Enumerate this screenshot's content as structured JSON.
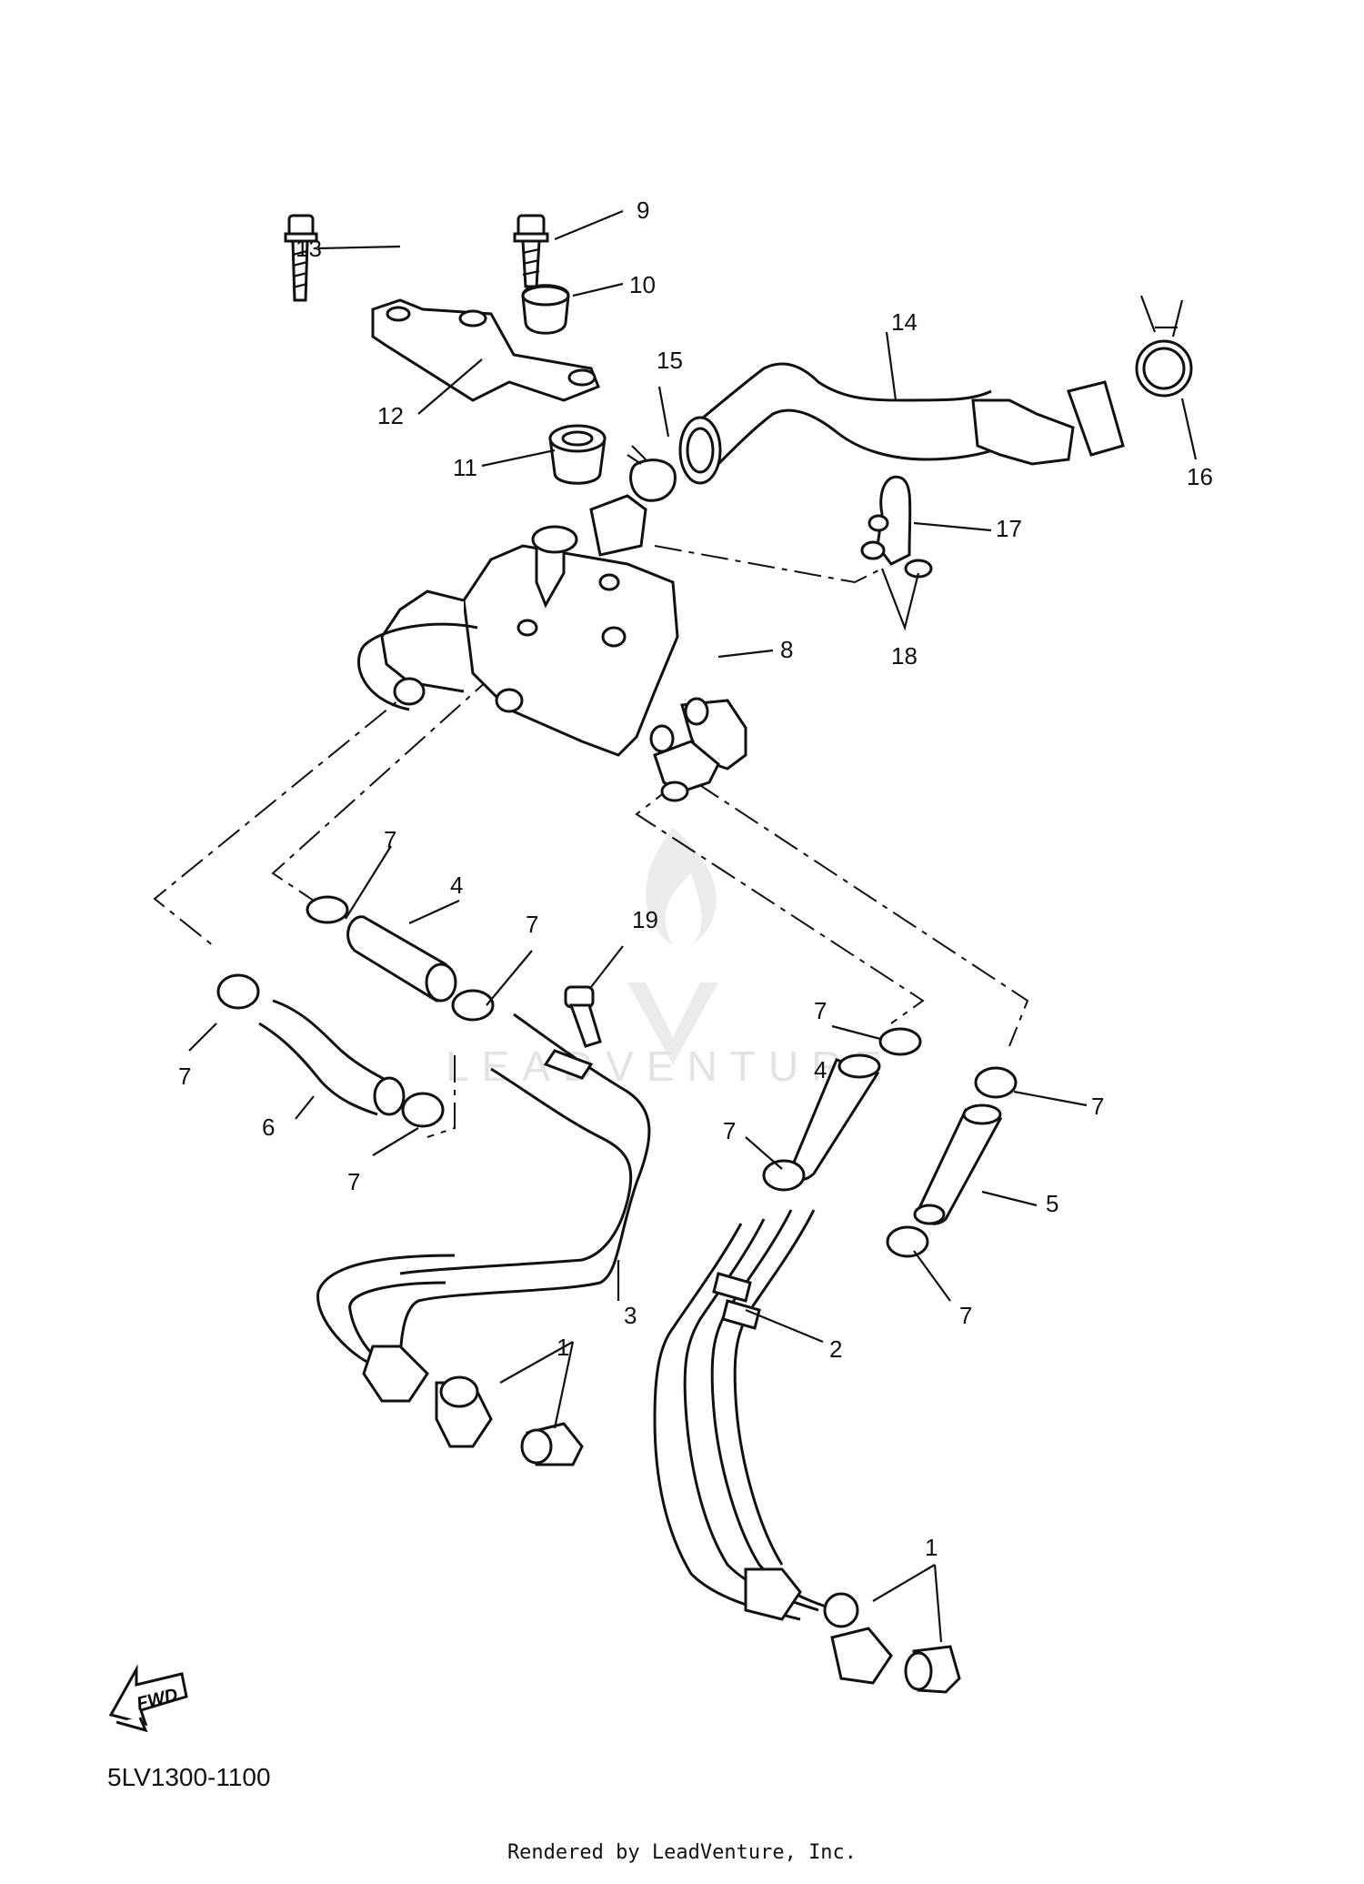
{
  "callouts": [
    "1",
    "1",
    "2",
    "3",
    "4",
    "4",
    "5",
    "6",
    "7",
    "7",
    "7",
    "7",
    "7",
    "7",
    "7",
    "7",
    "8",
    "9",
    "10",
    "11",
    "12",
    "13",
    "14",
    "15",
    "16",
    "17",
    "18",
    "19"
  ],
  "watermark": "LEADVENTURE",
  "fwd_label": "FWD",
  "diagram_code": "5LV1300-1100",
  "credit": "Rendered by LeadVenture, Inc."
}
